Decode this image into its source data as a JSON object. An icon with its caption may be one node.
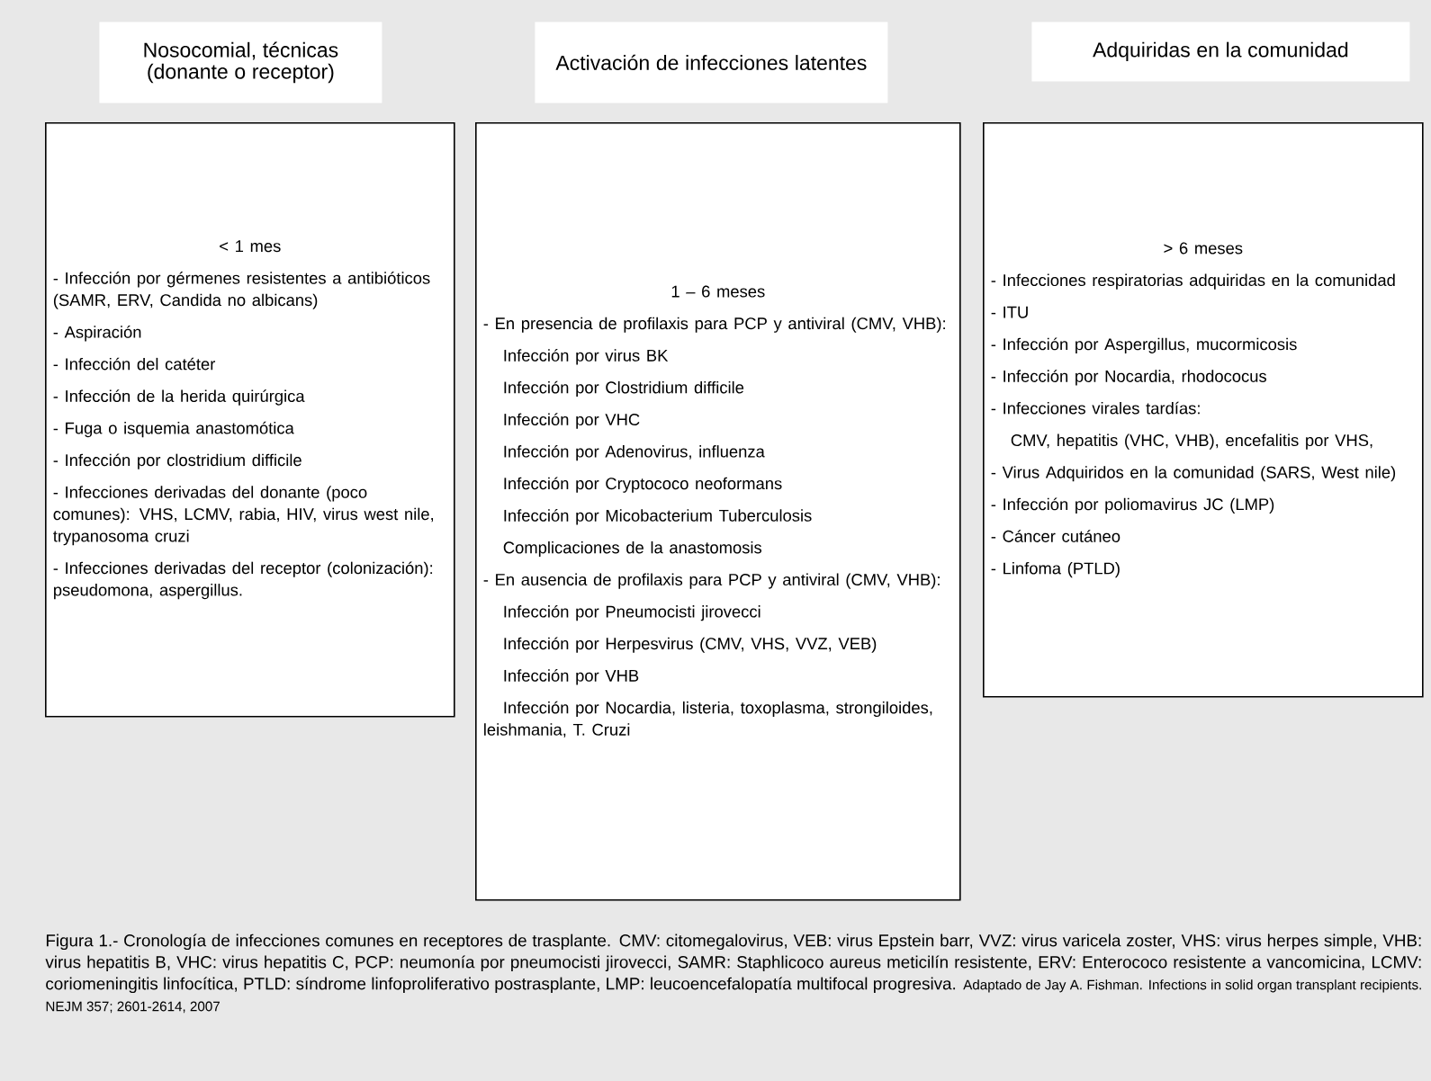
{
  "diagram": {
    "caption": "Figura 1.- Cronología de infecciones comunes en receptores de trasplante. CMV: citomegalovirus, VEB: virus Epstein barr, VVZ: virus varicela zoster, VHS: virus herpes simple, VHB: virus hepatitis B, VHC: virus hepatitis C, PCP: neumonía por pneumocisti jirovecci, SAMR: Staphlicoco aureus meticilín resistente, ERV: Enterococo resistente a vancomicina, LCMV: coriomeningitis linfocítica, PTLD: síndrome linfoproliferativo postrasplante, LMP: leucoencefalopatía multifocal progresiva.",
    "nodes": [
      {
        "text": [
          "Nosocomial, técnicas (donante o receptor)"
        ]
      },
      {
        "text": [
          "< 1 mes",
          "- Infección por gérmenes resistentes a antibióticos (SAMR, ERV, Candida no albicans)",
          "- Aspiración",
          "- Infección del catéter",
          "- Infección de la herida quirúrgica",
          "- Fuga o isquemia anastomótica",
          "- Infección por clostridium difficile",
          "- Infecciones derivadas del donante (poco comunes): VHS, LCMV, rabia, HIV, virus west nile, trypanosoma cruzi",
          "- Infecciones derivadas del receptor (colonización): pseudomona, aspergillus."
        ]
      },
      {
        "text": [
          "Activación de infecciones latentes"
        ]
      },
      {
        "text": [
          "1 – 6 meses",
          "- En presencia de profilaxis para PCP y antiviral (CMV, VHB):",
          "Infección por virus BK",
          "Infección por Clostridium difficile",
          "Infección por VHC",
          "Infección por Adenovirus, influenza",
          "Infección por Cryptococo neoformans",
          "Infección por Micobacterium Tuberculosis",
          "Complicaciones de la anastomosis",
          "- En ausencia de profilaxis para PCP y antiviral (CMV, VHB):",
          "Infección por Pneumocisti jirovecci",
          "Infección por Herpesvirus (CMV, VHS, VVZ, VEB)",
          "Infección por VHB",
          "Infección por Nocardia, listeria, toxoplasma, strongiloides, leishmania, T. Cruzi"
        ]
      },
      {
        "text": [
          "Adquiridas en la comunidad"
        ]
      },
      {
        "text": [
          "> 6 meses",
          "- Infecciones respiratorias adquiridas en la comunidad",
          "- ITU",
          "- Infección por Aspergillus, mucormicosis",
          "- Infección por Nocardia, rhodococus",
          "- Infecciones virales tardías:",
          "CMV, hepatitis (VHC, VHB), encefalitis por VHS,",
          "- Virus Adquiridos en la comunidad (SARS, West nile)",
          "- Infección por poliomavirus JC (LMP)",
          "- Cáncer cutáneo",
          "- Linfoma (PTLD)"
        ]
      }
    ],
    "labels": [
      "Adaptado de Jay A. Fishman. Infections in solid organ transplant recipients. NEJM 357; 2601-2614, 2007"
    ]
  }
}
